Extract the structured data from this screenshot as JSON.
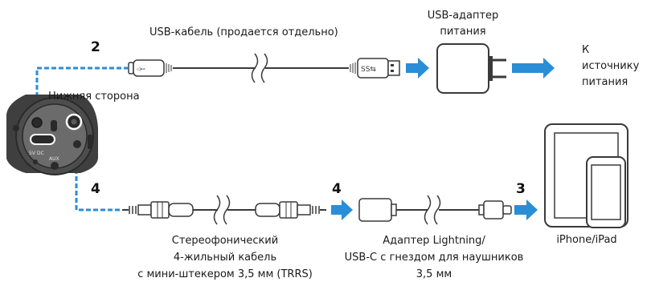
{
  "labels": {
    "usb_cable": "USB-кабель (продается отдельно)",
    "usb_adapter_line1": "USB-адаптер",
    "usb_adapter_line2": "питания",
    "power_line1": "К",
    "power_line2": "источнику",
    "power_line3": "питания",
    "bottom_side": "Нижняя сторона",
    "trrs_line1": "Стереофонический",
    "trrs_line2": "4-жильный кабель",
    "trrs_line3": "с мини-штекером 3,5 мм (TRRS)",
    "adapter_line1": "Адаптер Lightning/",
    "adapter_line2": "USB-C с гнездом для наушников",
    "adapter_line3": "3,5 мм",
    "device": "iPhone/iPad"
  },
  "steps": {
    "usb": "2",
    "trrs_left": "4",
    "trrs_right": "4",
    "device": "3"
  },
  "device_labels": {
    "port_usb": "5V DC",
    "port_aux": "AUX"
  },
  "colors": {
    "arrow": "#2a8ed6",
    "dashed": "#2a8ed6",
    "line": "#3a3a3a",
    "mic_body": "#3a3a3a"
  }
}
